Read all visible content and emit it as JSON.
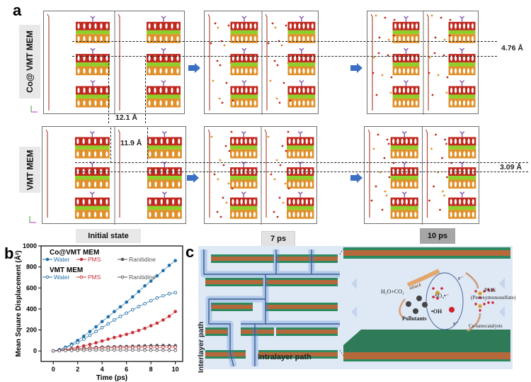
{
  "figure": {
    "panels": {
      "a": {
        "letter": "a",
        "rows": [
          {
            "label": "Co@ VMT MEM",
            "spacing_label": "4.76 Å"
          },
          {
            "label": "VMT MEM",
            "spacing_label": "3.09 Å"
          }
        ],
        "initial_spacings": {
          "co_vmt": "12.1 Å",
          "vmt": "11.9 Å"
        },
        "states": [
          "Initial state",
          "7 ps",
          "10 ps"
        ],
        "colors": {
          "slab_red": "#c0281e",
          "slab_green": "#8fcf2a",
          "slab_orange": "#e0902a",
          "box_border": "#6f6f6f",
          "arrow": "#3b6fc4"
        }
      },
      "b": {
        "letter": "b"
      },
      "c": {
        "letter": "c",
        "labels": {
          "interlayer": "Interlayer path",
          "intralayer": "Intralayer path",
          "products": "H₂O+CO₂",
          "attack": "attack",
          "sulfate": "SO₄•⁻",
          "hydroxyl": "•OH",
          "pollutants": "Pollutants",
          "pms": "PMS",
          "pms_full": "(Peroxymonosulfate)",
          "catalyst": "Co nanocatalysts",
          "electron1": "e⁻",
          "electron2": "e⁻"
        },
        "colors": {
          "background": "#dfe8f5",
          "layer_green": "#2d8a60",
          "layer_brown": "#b5683a",
          "path_glow": "#4a86d6"
        }
      }
    }
  },
  "chart_data": {
    "type": "scatter",
    "title": "",
    "xlabel": "Time (ps)",
    "ylabel": "Mean Square Displacement (Å²)",
    "xlim": [
      -1,
      10.6
    ],
    "ylim": [
      -100,
      1000
    ],
    "xticks": [
      0,
      2,
      4,
      6,
      8,
      10
    ],
    "yticks": [
      0,
      200,
      400,
      600,
      800,
      1000
    ],
    "legend_groups": [
      {
        "title": "Co@VMT MEM",
        "entries": [
          "Water",
          "PMS",
          "Ranitidine"
        ],
        "marker": "filled"
      },
      {
        "title": "VMT MEM",
        "entries": [
          "Water",
          "PMS",
          "Ranitidine"
        ],
        "marker": "open"
      }
    ],
    "legend_position": "top-left",
    "x": [
      0,
      0.5,
      1,
      1.5,
      2,
      2.5,
      3,
      3.5,
      4,
      4.5,
      5,
      5.5,
      6,
      6.5,
      7,
      7.5,
      8,
      8.5,
      9,
      9.5,
      10
    ],
    "series": [
      {
        "name": "Co@VMT MEM Water",
        "color": "#1f6fa8",
        "marker": "filled",
        "values": [
          0,
          12,
          35,
          65,
          100,
          140,
          185,
          230,
          280,
          325,
          375,
          420,
          465,
          515,
          565,
          620,
          665,
          715,
          765,
          815,
          860
        ]
      },
      {
        "name": "Co@VMT MEM PMS",
        "color": "#c8323a",
        "marker": "filled",
        "values": [
          0,
          5,
          12,
          22,
          35,
          48,
          62,
          78,
          95,
          112,
          128,
          143,
          158,
          175,
          195,
          215,
          240,
          265,
          295,
          330,
          375
        ]
      },
      {
        "name": "Co@VMT MEM Ranitidine",
        "color": "#555555",
        "marker": "filled",
        "values": [
          0,
          3,
          8,
          14,
          20,
          25,
          29,
          33,
          36,
          38,
          40,
          42,
          43,
          45,
          47,
          49,
          51,
          52,
          52,
          51,
          50
        ]
      },
      {
        "name": "VMT MEM Water",
        "color": "#1f6fa8",
        "marker": "open",
        "values": [
          0,
          10,
          28,
          52,
          80,
          112,
          148,
          185,
          222,
          258,
          295,
          328,
          360,
          392,
          422,
          450,
          478,
          505,
          525,
          545,
          555
        ]
      },
      {
        "name": "VMT MEM PMS",
        "color": "#c8323a",
        "marker": "open",
        "values": [
          0,
          4,
          9,
          14,
          18,
          21,
          24,
          26,
          28,
          29,
          30,
          31,
          32,
          33,
          34,
          34,
          35,
          35,
          36,
          36,
          36
        ]
      },
      {
        "name": "VMT MEM Ranitidine",
        "color": "#555555",
        "marker": "open",
        "values": [
          0,
          2,
          4,
          5,
          6,
          7,
          7,
          8,
          8,
          8,
          8,
          8,
          8,
          8,
          8,
          7,
          7,
          7,
          7,
          6,
          6
        ]
      }
    ]
  }
}
